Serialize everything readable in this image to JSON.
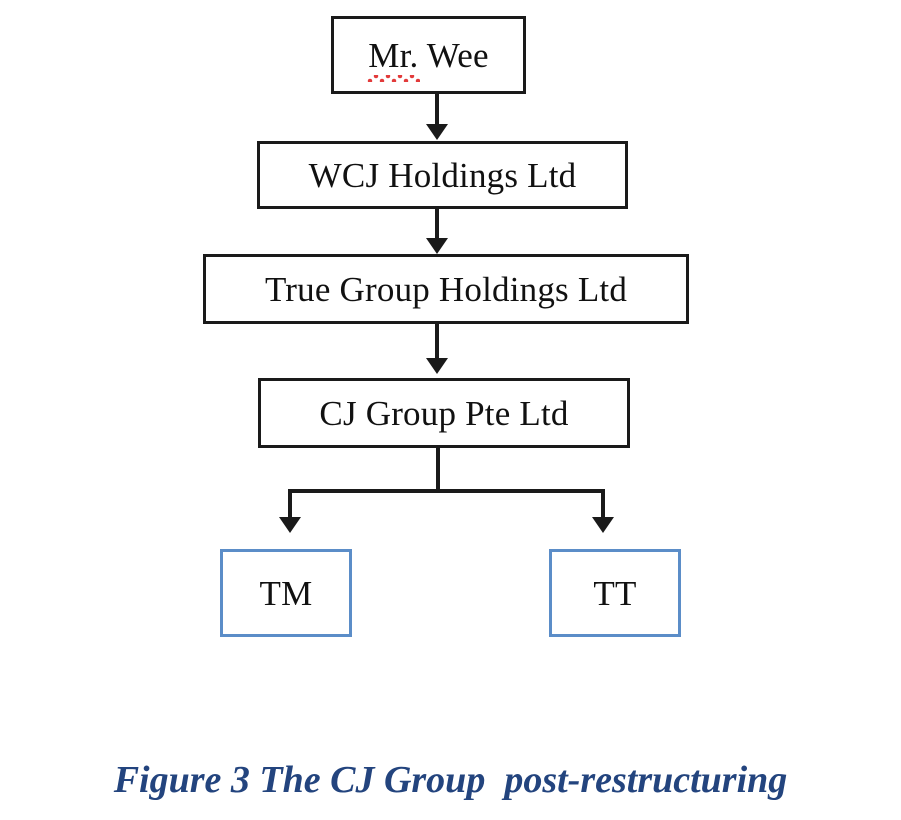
{
  "figure": {
    "caption": "Figure 3 The CJ Group  post-restructuring",
    "caption_color": "#23447e"
  },
  "colors": {
    "box_border_black": "#1a1a1a",
    "box_border_blue": "#5b8dc8",
    "connector": "#1a1a1a",
    "spellcheck_underline": "#e23b3b",
    "background": "#ffffff",
    "text": "#111111"
  },
  "chart_data": {
    "type": "diagram",
    "title": "Figure 3 The CJ Group  post-restructuring",
    "diagram_kind": "organizational-hierarchy-tree",
    "nodes": [
      {
        "id": "mr-wee",
        "label": "Mr. Wee",
        "label_prefix": "Mr.",
        "label_suffix": " Wee",
        "level": 0,
        "style": "black",
        "spellcheck_flagged": true
      },
      {
        "id": "wcj-holdings",
        "label": "WCJ Holdings Ltd",
        "level": 1,
        "style": "black",
        "spellcheck_flagged": false
      },
      {
        "id": "true-group-holdings",
        "label": "True Group Holdings Ltd",
        "level": 2,
        "style": "black",
        "spellcheck_flagged": false
      },
      {
        "id": "cj-group",
        "label": "CJ Group Pte Ltd",
        "level": 3,
        "style": "black",
        "spellcheck_flagged": false
      },
      {
        "id": "tm",
        "label": "TM",
        "level": 4,
        "style": "blue",
        "spellcheck_flagged": false
      },
      {
        "id": "tt",
        "label": "TT",
        "level": 4,
        "style": "blue",
        "spellcheck_flagged": false
      }
    ],
    "edges": [
      {
        "from": "mr-wee",
        "to": "wcj-holdings",
        "arrow": true
      },
      {
        "from": "wcj-holdings",
        "to": "true-group-holdings",
        "arrow": true
      },
      {
        "from": "true-group-holdings",
        "to": "cj-group",
        "arrow": true
      },
      {
        "from": "cj-group",
        "to": "tm",
        "arrow": true
      },
      {
        "from": "cj-group",
        "to": "tt",
        "arrow": true
      }
    ]
  }
}
